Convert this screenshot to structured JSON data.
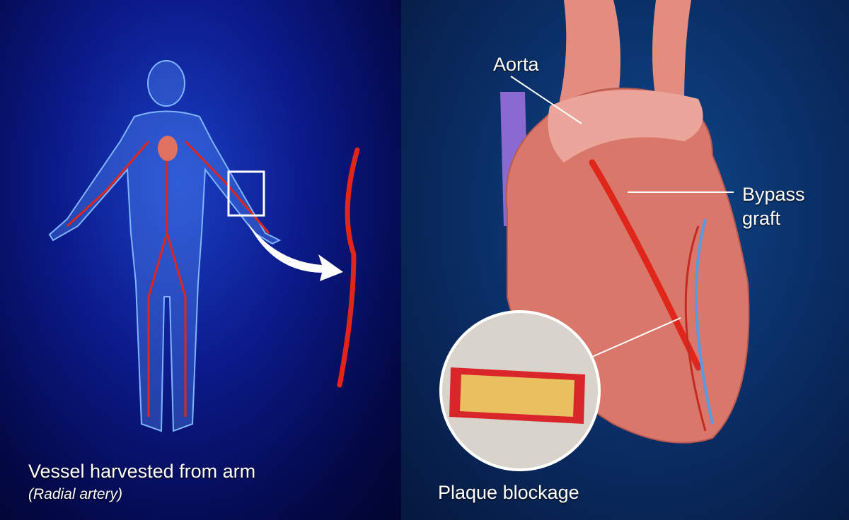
{
  "left_panel": {
    "caption": "Vessel harvested from arm",
    "subcaption": "(Radial artery)"
  },
  "right_panel": {
    "label_aorta": "Aorta",
    "label_bypass_line1": "Bypass",
    "label_bypass_line2": "graft",
    "label_plaque": "Plaque blockage"
  },
  "colors": {
    "artery": "#e0251b",
    "vein": "#4a78d8",
    "heart": "#d9786a"
  }
}
